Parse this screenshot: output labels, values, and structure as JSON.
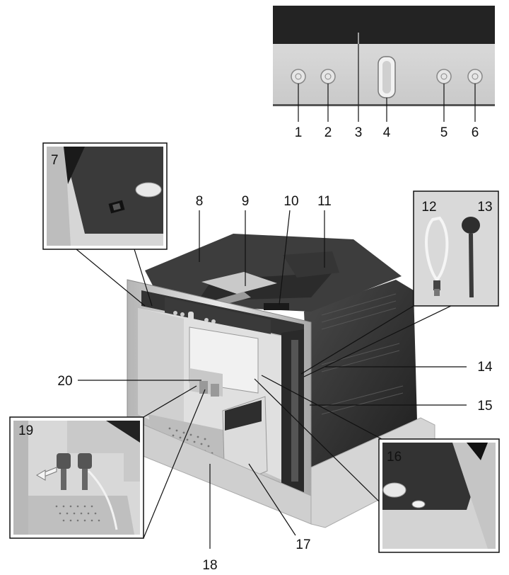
{
  "figure": {
    "description_note": "",
    "callouts": [
      "1",
      "2",
      "3",
      "4",
      "5",
      "6",
      "7",
      "8",
      "9",
      "10",
      "11",
      "12",
      "13",
      "14",
      "15",
      "16",
      "17",
      "18",
      "19",
      "20"
    ]
  },
  "colors": {
    "panel_light": "#d9d9d9",
    "panel_dark": "#2a2a2a",
    "steel": "#c8c8c8",
    "steel_dark": "#7a7a7a",
    "body_dark": "#3a3a3a",
    "line": "#111111"
  }
}
